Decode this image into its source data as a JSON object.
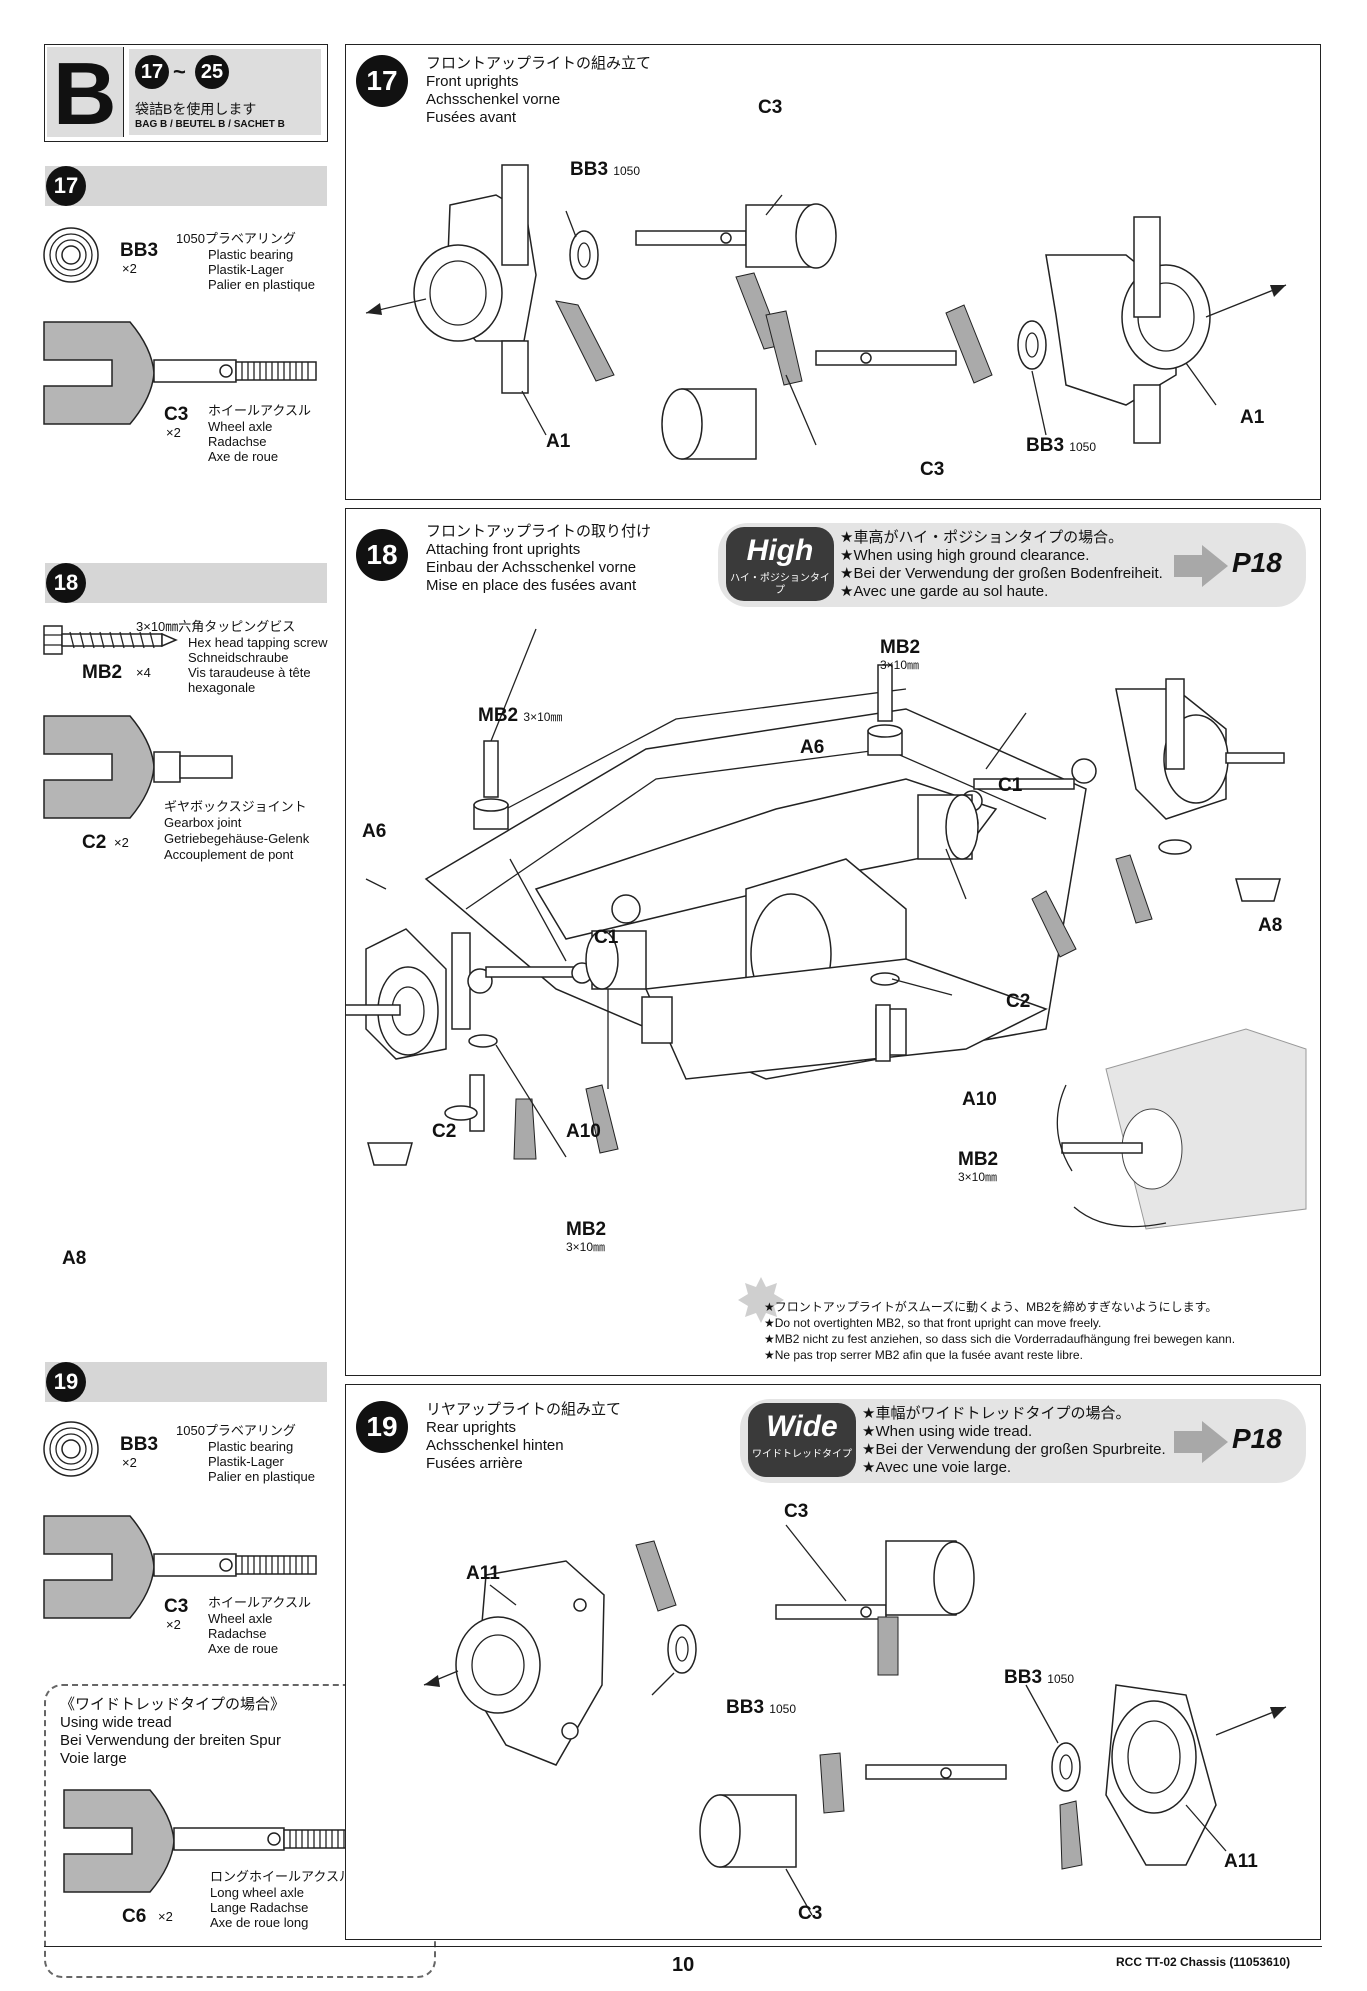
{
  "header": {
    "bag_letter": "B",
    "steps_range_start": "17",
    "steps_range_tilde": "~",
    "steps_range_end": "25",
    "bag_jp": "袋詰Bを使用します",
    "bag_en": "BAG B / BEUTEL B / SACHET B"
  },
  "sidebar": {
    "s17": {
      "step": "17",
      "part1": {
        "code": "BB3",
        "qty": "×2",
        "jp": "1050プラベアリング",
        "en": "Plastic bearing",
        "de": "Plastik-Lager",
        "fr": "Palier en plastique"
      },
      "part2": {
        "code": "C3",
        "qty": "×2",
        "jp": "ホイールアクスル",
        "en": "Wheel axle",
        "de": "Radachse",
        "fr": "Axe de roue"
      }
    },
    "s18": {
      "step": "18",
      "part1": {
        "code": "MB2",
        "qty": "×4",
        "jp": "3×10㎜六角タッピングビス",
        "en": "Hex head tapping screw",
        "de": "Schneidschraube",
        "fr1": "Vis taraudeuse à tête",
        "fr2": "hexagonale"
      },
      "part2": {
        "code": "C2",
        "qty": "×2",
        "jp": "ギヤボックスジョイント",
        "en": "Gearbox joint",
        "de": "Getriebegehäuse-Gelenk",
        "fr": "Accouplement de pont"
      }
    },
    "s19": {
      "step": "19",
      "part1": {
        "code": "BB3",
        "qty": "×2",
        "jp": "1050プラベアリング",
        "en": "Plastic bearing",
        "de": "Plastik-Lager",
        "fr": "Palier en plastique"
      },
      "part2": {
        "code": "C3",
        "qty": "×2",
        "jp": "ホイールアクスル",
        "en": "Wheel axle",
        "de": "Radachse",
        "fr": "Axe de roue"
      },
      "wide": {
        "jp": "《ワイドトレッドタイプの場合》",
        "en": "Using wide tread",
        "de": "Bei Verwendung der breiten Spur",
        "fr": "Voie large",
        "code": "C6",
        "qty": "×2",
        "pjp": "ロングホイールアクスル",
        "pen": "Long wheel axle",
        "pde": "Lange Radachse",
        "pfr": "Axe de roue long"
      }
    }
  },
  "step17": {
    "num": "17",
    "jp": "フロントアップライトの組み立て",
    "en": "Front uprights",
    "de": "Achsschenkel vorne",
    "fr": "Fusées avant",
    "labels": {
      "c3a": "C3",
      "bb3a": "BB3",
      "bb3a_sz": "1050",
      "a1a": "A1",
      "c3b": "C3",
      "bb3b": "BB3",
      "bb3b_sz": "1050",
      "a1b": "A1"
    }
  },
  "step18": {
    "num": "18",
    "jp": "フロントアップライトの取り付け",
    "en": "Attaching front uprights",
    "de": "Einbau der Achsschenkel vorne",
    "fr": "Mise en place des fusées avant",
    "note": {
      "tag": "High",
      "tag_sub": "ハイ・ポジションタイプ",
      "jp": "★車高がハイ・ポジションタイプの場合。",
      "en": "★When using high ground clearance.",
      "de": "★Bei der Verwendung der großen Bodenfreiheit.",
      "fr": "★Avec une garde au sol haute.",
      "page": "P18"
    },
    "labels": {
      "mb2_top": "MB2",
      "mb2_top_sz": "3×10㎜",
      "mb2_left": "MB2",
      "mb2_left_sz": "3×10㎜",
      "mb2_right": "MB2",
      "mb2_right_sz": "3×10㎜",
      "mb2_bottom": "MB2",
      "mb2_bottom_sz": "3×10㎜",
      "a6_left": "A6",
      "a6_right": "A6",
      "c1_left": "C1",
      "c1_right": "C1",
      "c2_left": "C2",
      "c2_right": "C2",
      "a8_left": "A8",
      "a8_right": "A8",
      "a10_left": "A10",
      "a10_right": "A10"
    },
    "caution": {
      "jp": "★フロントアップライトがスムーズに動くよう、MB2を締めすぎないようにします。",
      "en": "★Do not overtighten MB2, so that front upright can move freely.",
      "de": "★MB2 nicht zu fest anziehen, so dass sich die Vorderradaufhängung frei bewegen kann.",
      "fr": "★Ne pas trop serrer MB2 afin que la fusée avant reste libre."
    }
  },
  "step19": {
    "num": "19",
    "jp": "リヤアップライトの組み立て",
    "en": "Rear uprights",
    "de": "Achsschenkel hinten",
    "fr": "Fusées arrière",
    "note": {
      "tag": "Wide",
      "tag_sub": "ワイドトレッドタイプ",
      "jp": "★車幅がワイドトレッドタイプの場合。",
      "en": "★When using wide tread.",
      "de": "★Bei der Verwendung der großen Spurbreite.",
      "fr": "★Avec une voie large.",
      "page": "P18"
    },
    "labels": {
      "c3a": "C3",
      "a11a": "A11",
      "bb3a": "BB3",
      "bb3a_sz": "1050",
      "bb3b": "BB3",
      "bb3b_sz": "1050",
      "c3b": "C3",
      "a11b": "A11"
    }
  },
  "footer": {
    "page_number": "10",
    "model": "RCC TT-02 Chassis (11053610)"
  }
}
